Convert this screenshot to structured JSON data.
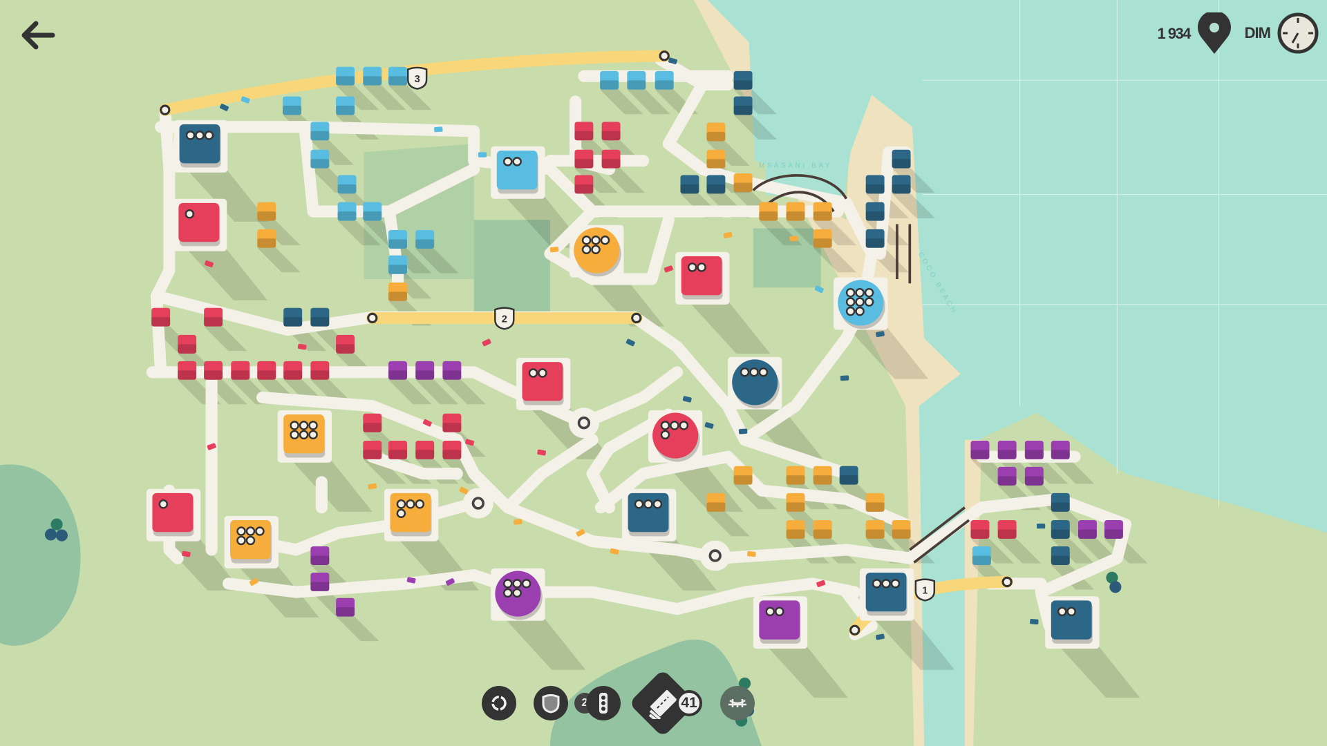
{
  "hud": {
    "score": "1 934",
    "day": "DIM",
    "back_label": "back"
  },
  "map_labels": {
    "bay": "MSASANI BAY",
    "beach": "COCO BEACH"
  },
  "motorways": [
    {
      "number": "3"
    },
    {
      "number": "2"
    },
    {
      "number": "1"
    }
  ],
  "toolbar": {
    "traffic_lights_count": "2",
    "roads_count": "41"
  },
  "colors": {
    "land": "#c9dcab",
    "sea": "#a9e2d2",
    "sand": "#efe2bf",
    "park": "#93c3a0",
    "road": "#f4f1e8",
    "motorway": "#f7d77a",
    "red": "#e63f5c",
    "navy": "#2c6787",
    "sky": "#58bde0",
    "orange": "#f6ad3c",
    "purple": "#9b3fb0",
    "ui_dark": "#333333"
  }
}
